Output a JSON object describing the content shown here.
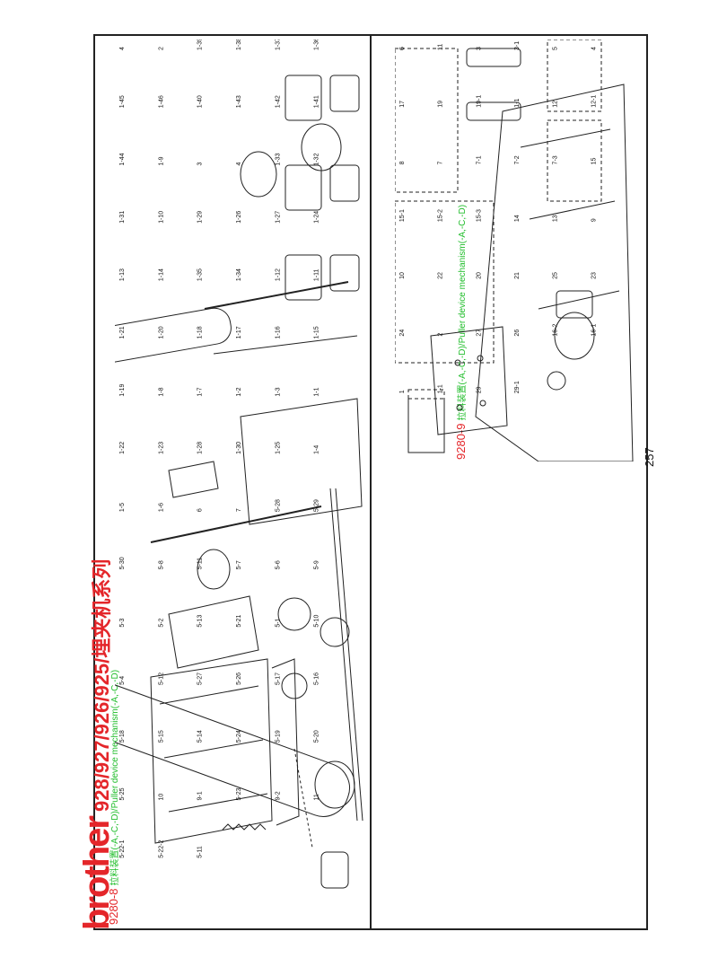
{
  "header": {
    "brand": "brother",
    "series": "928/927/926/925/埋夹机系列"
  },
  "left_section": {
    "code": "9280-8",
    "title": "拉料装置(-A,-C,-D)/Puller device mechanism(-A,-C,-D)"
  },
  "right_section": {
    "code": "9280-9",
    "title": "拉料装置(-A,-C,-D)/Puller device mechanism(-A,-C,-D)"
  },
  "page_number": "257",
  "left_callouts": [
    "4",
    "2",
    "1-39",
    "1-38",
    "1-37",
    "1-36",
    "1-45",
    "1-46",
    "1-40",
    "1-43",
    "1-42",
    "1-41",
    "1-44",
    "1-9",
    "3",
    "4",
    "1-33",
    "1-32",
    "1-31",
    "1-10",
    "1-29",
    "1-26",
    "1-27",
    "1-24",
    "1-13",
    "1-14",
    "1-35",
    "1-34",
    "1-12",
    "1-11",
    "1-21",
    "1-20",
    "1-18",
    "1-17",
    "1-16",
    "1-15",
    "1-19",
    "1-8",
    "1-7",
    "1-2",
    "1-3",
    "1-1",
    "1-22",
    "1-23",
    "1-28",
    "1-30",
    "1-25",
    "1-4",
    "1-5",
    "1-6",
    "6",
    "7",
    "5-28",
    "5-29",
    "5-30",
    "5-8",
    "5-11",
    "5-7",
    "5-6",
    "5-9",
    "5-3",
    "5-2",
    "5-13",
    "5-21",
    "5-1",
    "5-10",
    "5-4",
    "5-12",
    "5-27",
    "5-26",
    "5-17",
    "5-16",
    "5-18",
    "5-15",
    "5-14",
    "5-24",
    "5-19",
    "5-20",
    "5-25",
    "10",
    "9-1",
    "5-23",
    "9-2",
    "11",
    "5-22-1",
    "5-22-2",
    "5-11"
  ],
  "right_callouts": [
    "6",
    "11",
    "3",
    "3-1",
    "5",
    "4",
    "17",
    "19",
    "19-1",
    "1-1",
    "12",
    "12-1",
    "8",
    "7",
    "7-1",
    "7-2",
    "7-3",
    "15",
    "15-1",
    "15-2",
    "15-3",
    "14",
    "13",
    "9",
    "10",
    "22",
    "20",
    "21",
    "25",
    "23",
    "24",
    "2",
    "27",
    "26",
    "16-2",
    "16-1",
    "1",
    "1-1",
    "29",
    "29-1"
  ]
}
